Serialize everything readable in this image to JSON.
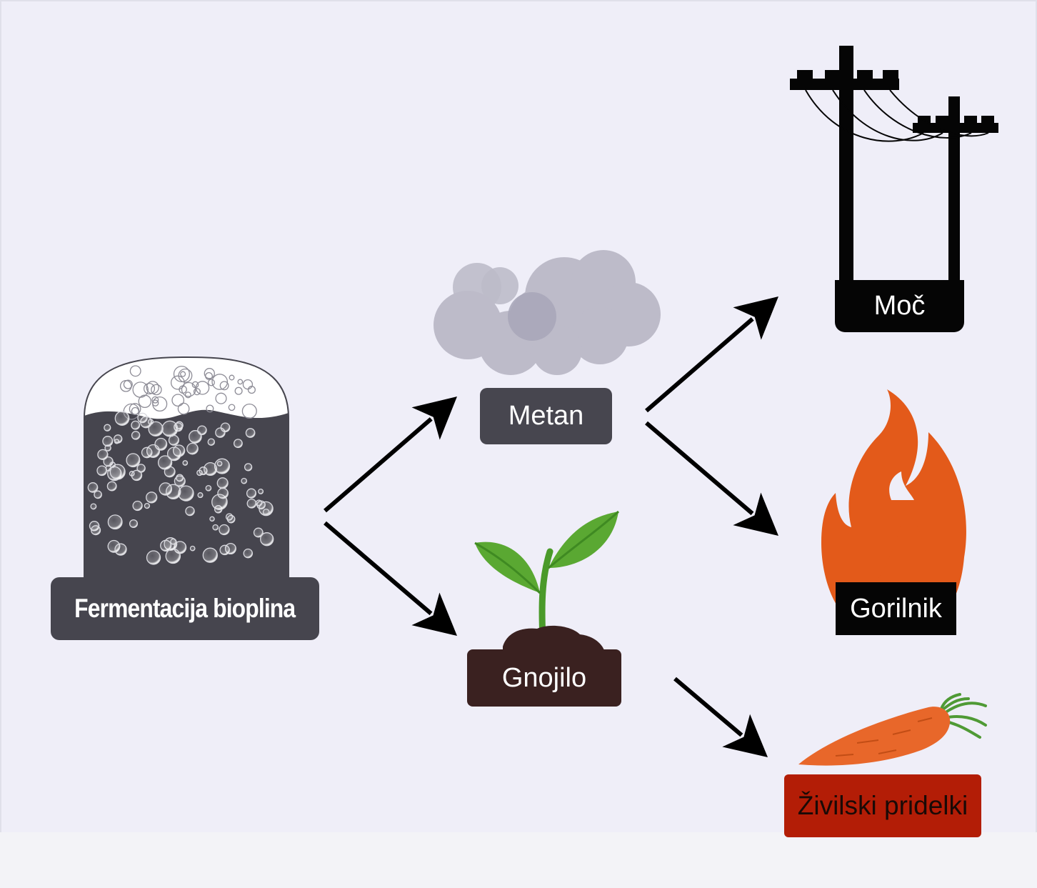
{
  "nodes": {
    "fermentation": "Fermentacija bioplina",
    "methane": "Metan",
    "fertilizer": "Gnojilo",
    "power": "Moč",
    "burner": "Gorilnik",
    "crops": "Živilski pridelki"
  },
  "icons": {
    "fermentation": "fermentation-tank-icon",
    "methane": "gas-cloud-icon",
    "fertilizer": "sprout-icon",
    "power": "power-line-icon",
    "burner": "flame-icon",
    "crops": "carrot-icon"
  },
  "colors": {
    "background": "#efeef8",
    "tank": "#46454e",
    "cloud": "#b5b3c2",
    "soil": "#3a2120",
    "flame": "#e35a1a",
    "carrot": "#e8672a",
    "crops_label": "#b31d06",
    "arrow": "#000000"
  },
  "edges": [
    {
      "from": "fermentation",
      "to": "methane"
    },
    {
      "from": "fermentation",
      "to": "fertilizer"
    },
    {
      "from": "methane",
      "to": "power"
    },
    {
      "from": "methane",
      "to": "burner"
    },
    {
      "from": "fertilizer",
      "to": "crops"
    }
  ]
}
